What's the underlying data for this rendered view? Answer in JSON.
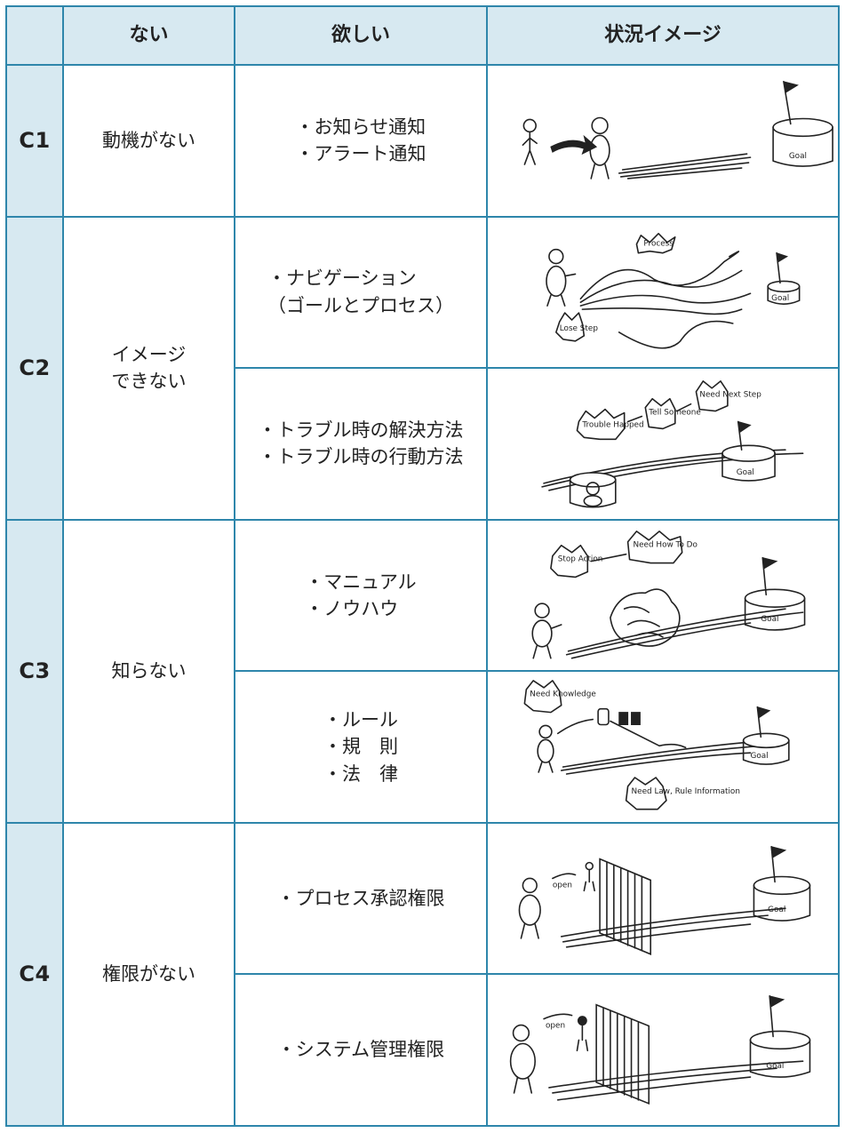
{
  "header": {
    "blank": "",
    "lack": "ない",
    "want": "欲しい",
    "image": "状況イメージ"
  },
  "rows": [
    {
      "code": "C1",
      "lack_lines": [
        "動機がない"
      ],
      "subrows": [
        {
          "wants": [
            "・お知らせ通知",
            "・アラート通知"
          ],
          "sketch": "motivation-push",
          "sketch_labels": [
            "Goal"
          ]
        }
      ]
    },
    {
      "code": "C2",
      "lack_lines": [
        "イメージ",
        "できない"
      ],
      "subrows": [
        {
          "wants": [
            "・ナビゲーション",
            "（ゴールとプロセス）"
          ],
          "sketch": "navigation-paths",
          "sketch_labels": [
            "Process",
            "Goal",
            "Lose Step"
          ]
        },
        {
          "wants": [
            "・トラブル時の解決方法",
            "・トラブル時の行動方法"
          ],
          "sketch": "trouble-flow",
          "sketch_labels": [
            "Trouble Happed",
            "Tell Someone",
            "Need Next Step",
            "Goal"
          ]
        }
      ]
    },
    {
      "code": "C3",
      "lack_lines": [
        "知らない"
      ],
      "subrows": [
        {
          "wants": [
            "・マニュアル",
            "・ノウハウ"
          ],
          "sketch": "manual-knowhow",
          "sketch_labels": [
            "Stop Action",
            "Need How To Do",
            "Goal"
          ]
        },
        {
          "wants": [
            "・ルール",
            "・規　則",
            "・法　律"
          ],
          "sketch": "rules-laws",
          "sketch_labels": [
            "Need Knowledge",
            "Need Law, Rule Information",
            "Goal"
          ]
        }
      ]
    },
    {
      "code": "C4",
      "lack_lines": [
        "権限がない"
      ],
      "subrows": [
        {
          "wants": [
            "・プロセス承認権限"
          ],
          "sketch": "approval-gate",
          "sketch_labels": [
            "open",
            "Goal"
          ]
        },
        {
          "wants": [
            "・システム管理権限"
          ],
          "sketch": "system-gate",
          "sketch_labels": [
            "open",
            "Goal"
          ]
        }
      ]
    }
  ]
}
